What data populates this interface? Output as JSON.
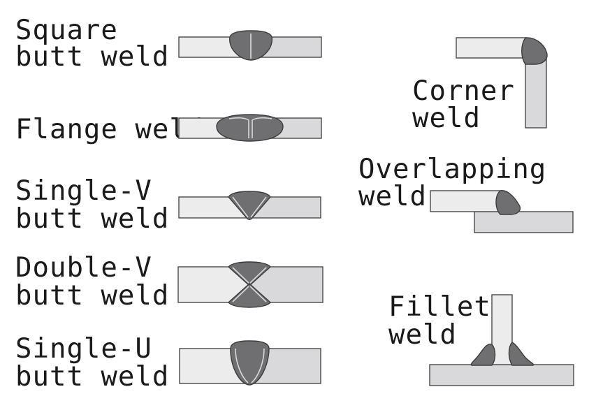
{
  "labels": {
    "square": [
      "Square",
      "butt weld"
    ],
    "flange": [
      "Flange weld"
    ],
    "single_v": [
      "Single-V",
      "butt weld"
    ],
    "double_v": [
      "Double-V",
      "butt weld"
    ],
    "single_u": [
      "Single-U",
      "butt weld"
    ],
    "corner": [
      "Corner",
      "weld"
    ],
    "overlapping": [
      "Overlapping",
      "weld"
    ],
    "fillet": [
      "Fillet",
      "weld"
    ]
  },
  "colors": {
    "plate_light": "#ececec",
    "plate_dark": "#d9d9db",
    "weld": "#6f6f72",
    "outline": "#4a4a4a"
  }
}
